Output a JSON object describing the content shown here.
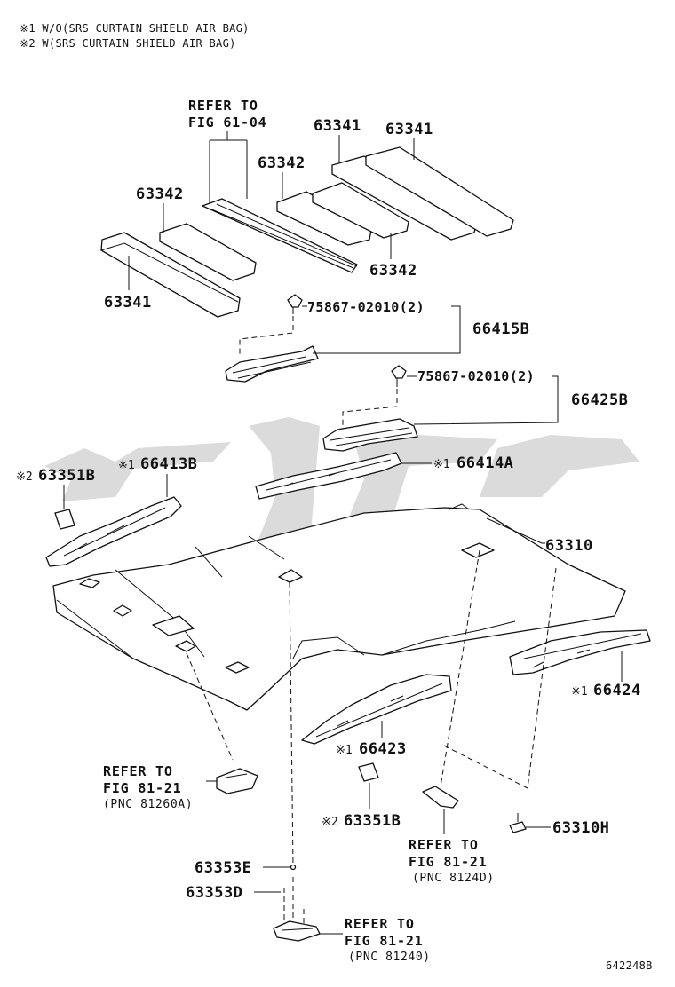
{
  "notes": [
    "※1  W/O(SRS CURTAIN SHIELD AIR BAG)",
    "※2  W(SRS CURTAIN SHIELD AIR BAG)"
  ],
  "labels": {
    "refer_top_line1": "REFER TO",
    "refer_top_line2": "FIG 61-04",
    "p63341_a": "63341",
    "p63341_b": "63341",
    "p63342_a": "63342",
    "p63342_b": "63342",
    "p63342_c": "63342",
    "p63341_c": "63341",
    "clip_a": "75867-02010(2)",
    "p66415b": "66415B",
    "clip_b": "75867-02010(2)",
    "p66425b": "66425B",
    "p63351b_a_mark": "※2",
    "p63351b_a": "63351B",
    "p66413b_mark": "※1",
    "p66413b": "66413B",
    "p66414a_mark": "※1",
    "p66414a": "66414A",
    "p63310": "63310",
    "p66424_mark": "※1",
    "p66424": "66424",
    "p66423_mark": "※1",
    "p66423": "66423",
    "ref_left_1": "REFER TO",
    "ref_left_2": "FIG 81-21",
    "ref_left_3": "(PNC 81260A)",
    "p63351b_b_mark": "※2",
    "p63351b_b": "63351B",
    "p63310h": "63310H",
    "ref_mid_1": "REFER TO",
    "ref_mid_2": "FIG 81-21",
    "ref_mid_3": "(PNC 8124D)",
    "p63353e": "63353E",
    "p63353d": "63353D",
    "ref_bot_1": "REFER TO",
    "ref_bot_2": "FIG 81-21",
    "ref_bot_3": "(PNC 81240)",
    "diagram_id": "642248B"
  }
}
